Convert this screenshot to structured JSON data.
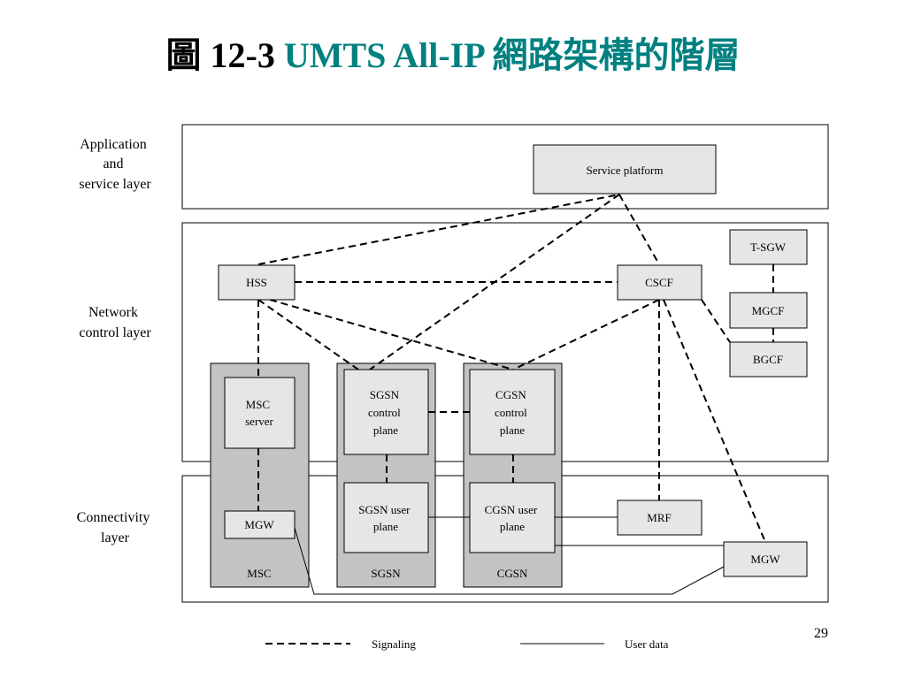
{
  "title": {
    "prefix": "圖 12-3",
    "main": "UMTS All-IP 網路架構的階層",
    "prefix_color": "#000000",
    "main_color": "#008080"
  },
  "layers": {
    "application": [
      "Application",
      "and",
      "service layer"
    ],
    "network": [
      "Network",
      "control layer"
    ],
    "connectivity": [
      "Connectivity",
      "layer"
    ]
  },
  "nodes": {
    "service_platform": "Service platform",
    "hss": "HSS",
    "cscf": "CSCF",
    "tsgw": "T-SGW",
    "mgcf": "MGCF",
    "bgcf": "BGCF",
    "msc_server": [
      "MSC",
      "server"
    ],
    "sgsn_cp": [
      "SGSN",
      "control",
      "plane"
    ],
    "cgsn_cp": [
      "CGSN",
      "control",
      "plane"
    ],
    "mgw_msc": "MGW",
    "sgsn_up": [
      "SGSN user",
      "plane"
    ],
    "cgsn_up": [
      "CGSN user",
      "plane"
    ],
    "mrf": "MRF",
    "mgw_right": "MGW"
  },
  "groups": {
    "msc": "MSC",
    "sgsn": "SGSN",
    "cgsn": "CGSN"
  },
  "legend": {
    "signaling": "Signaling",
    "user_data": "User data"
  },
  "page_number": "29",
  "colors": {
    "box_fill": "#e6e6e6",
    "group_fill": "#c3c3c3",
    "line": "#000000"
  }
}
